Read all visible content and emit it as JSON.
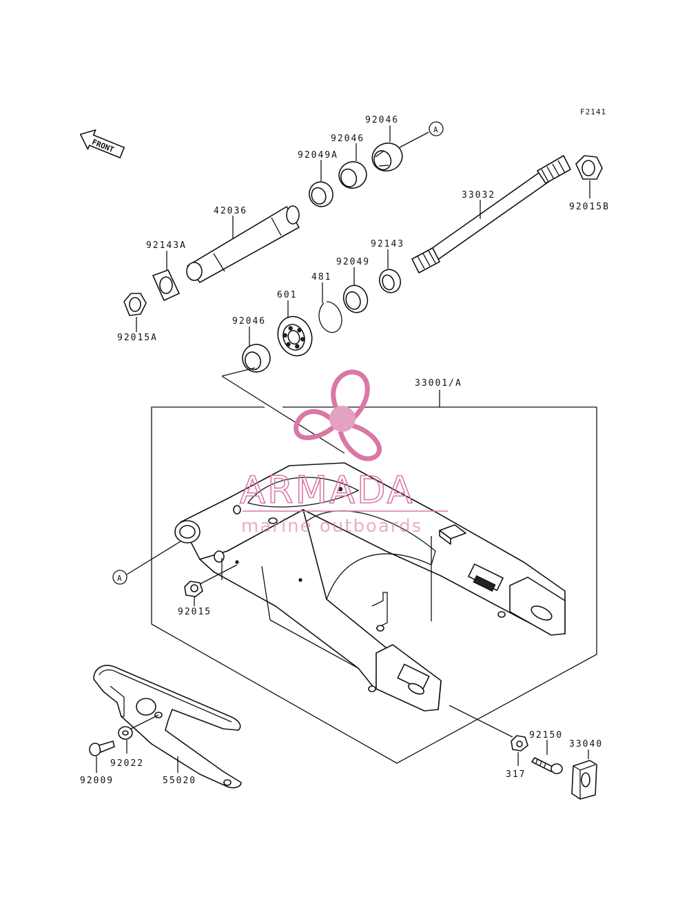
{
  "diagram": {
    "figure_code": "F2141",
    "front_label": "FRONT",
    "ref_marker": "A",
    "parts": {
      "p92046_top": "92046",
      "p92046_mid": "92046",
      "p92049A": "92049A",
      "p42036": "42036",
      "p92143A": "92143A",
      "p92015A": "92015A",
      "p33032": "33032",
      "p92015B": "92015B",
      "p92143": "92143",
      "p92049": "92049",
      "p481": "481",
      "p601": "601",
      "p92046_low": "92046",
      "p33001A": "33001/A",
      "p92015": "92015",
      "p92150": "92150",
      "p33040": "33040",
      "p317": "317",
      "p92022": "92022",
      "p92009": "92009",
      "p55020": "55020"
    }
  },
  "watermark": {
    "brand": "ARMADA",
    "tagline": "marine outboards",
    "color": "#d977a6"
  }
}
